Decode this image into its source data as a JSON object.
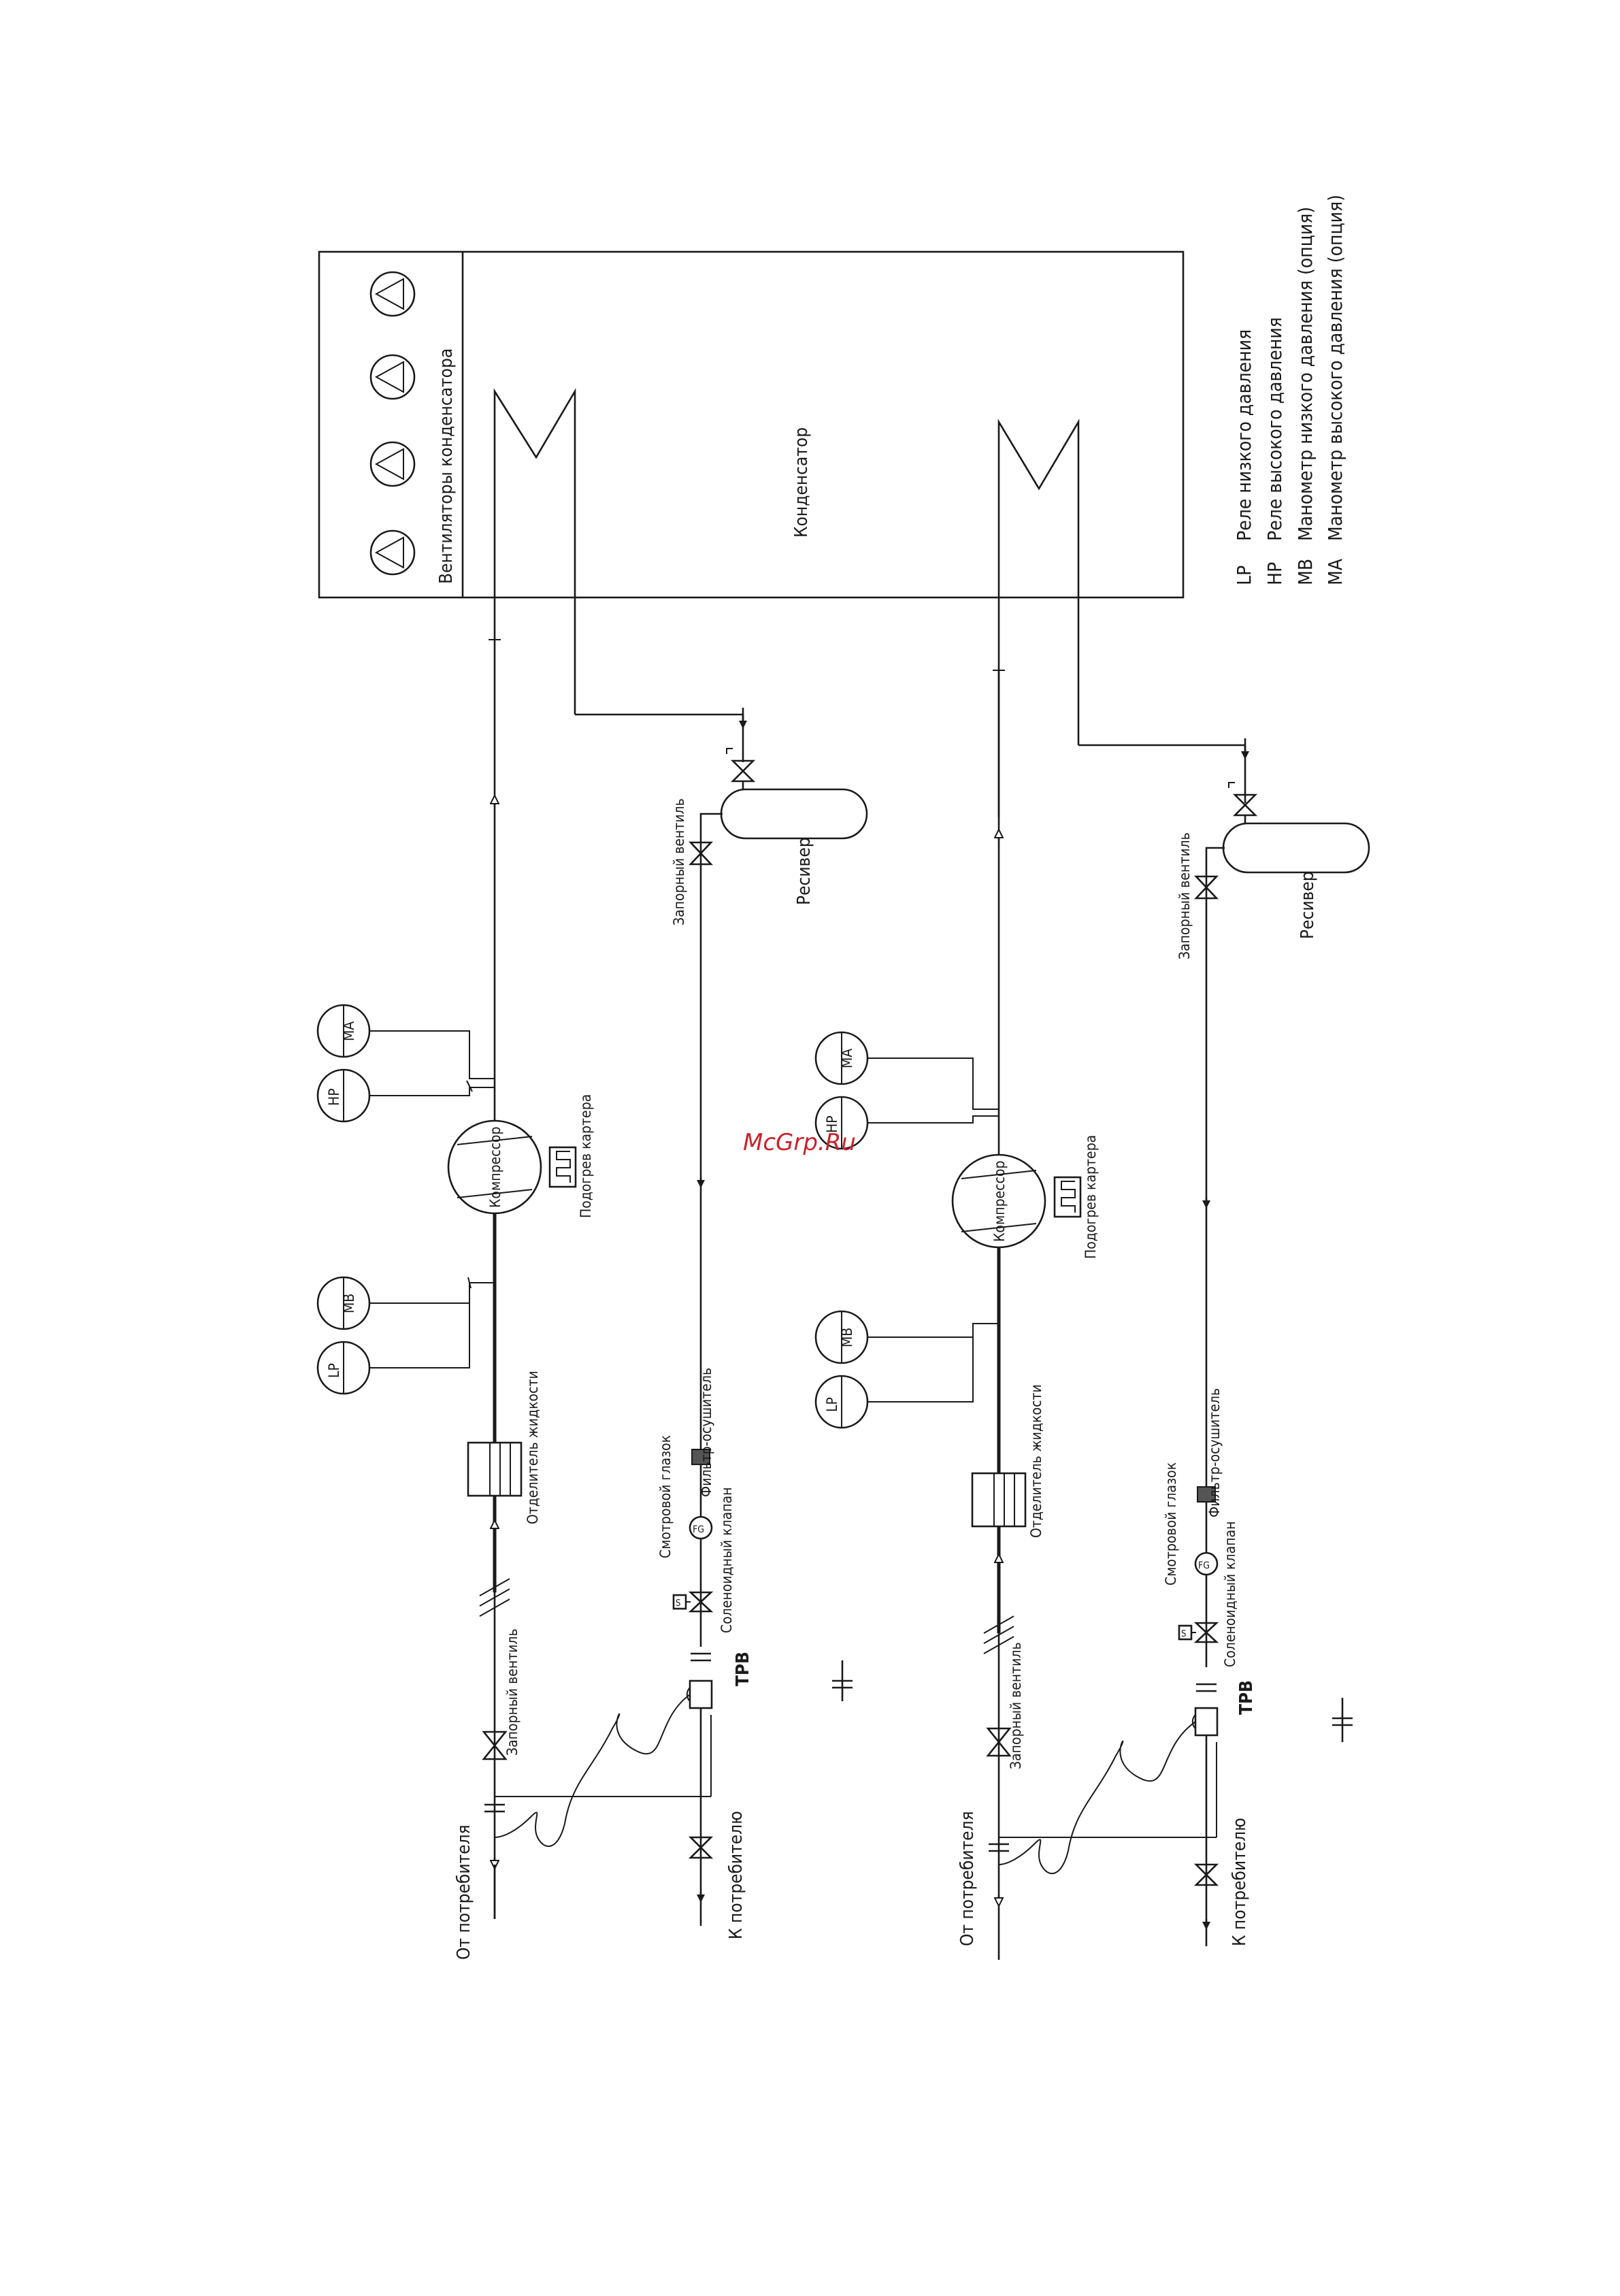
{
  "watermark": "McGrp.Ru",
  "condenser_block": {
    "fans_label": "Вентиляторы конденсатора",
    "condenser_label": "Конденсатор"
  },
  "legend": [
    {
      "code": "LP",
      "text": "Реле низкого давления"
    },
    {
      "code": "HP",
      "text": "Реле высокого давления"
    },
    {
      "code": "MB",
      "text": "Манометр низкого давления (опция)"
    },
    {
      "code": "MA",
      "text": "Манометр высокого давления (опция)"
    }
  ],
  "circuits": [
    {
      "gauge_lp": "LP",
      "gauge_mb": "MB",
      "gauge_hp": "HP",
      "gauge_ma": "MA",
      "compressor": "Компрессор",
      "crankcase_heater": "Подогрев картера",
      "liquid_separator": "Отделитель жидкости",
      "shutoff_valve_suction": "Запорный вентиль",
      "from_consumer": "От потребителя",
      "receiver": "Ресивер",
      "shutoff_valve_receiver": "Запорный вентиль",
      "filter_dryer": "Фильтр-осушитель",
      "sight_glass": "Смотровой глазок",
      "sight_glass_mark": "FG",
      "solenoid_valve": "Соленоидный клапан",
      "solenoid_mark": "S",
      "txv": "ТРВ",
      "to_consumer": "К потребителю"
    },
    {
      "gauge_lp": "LP",
      "gauge_mb": "MB",
      "gauge_hp": "HP",
      "gauge_ma": "MA",
      "compressor": "Компрессор",
      "crankcase_heater": "Подогрев картера",
      "liquid_separator": "Отделитель жидкости",
      "shutoff_valve_suction": "Запорный вентиль",
      "from_consumer": "От потребителя",
      "receiver": "Ресивер",
      "shutoff_valve_receiver": "Запорный вентиль",
      "filter_dryer": "Фильтр-осушитель",
      "sight_glass": "Смотровой глазок",
      "sight_glass_mark": "FG",
      "solenoid_valve": "Соленоидный клапан",
      "solenoid_mark": "S",
      "txv": "ТРВ",
      "to_consumer": "К потребителю"
    }
  ]
}
